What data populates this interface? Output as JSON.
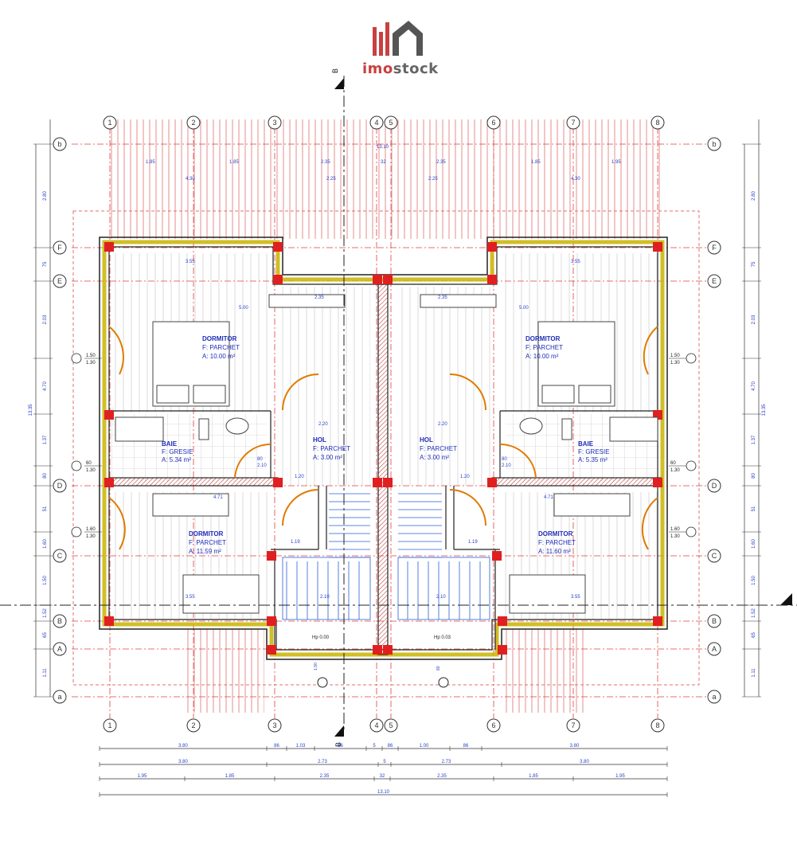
{
  "brand": {
    "name_prefix": "imo",
    "name_suffix": "stock",
    "color_primary": "#c94040",
    "color_secondary": "#666666"
  },
  "section_marker": "B",
  "grid_cols": [
    "1",
    "2",
    "3",
    "4",
    "5",
    "6",
    "7",
    "8"
  ],
  "grid_rows": [
    "b",
    "F",
    "E",
    "D",
    "C",
    "B",
    "A",
    "a"
  ],
  "rooms": [
    {
      "id": "dormitor-top-left",
      "name": "DORMITOR",
      "floor": "F: PARCHET",
      "area": "A: 10.00 m²"
    },
    {
      "id": "dormitor-top-right",
      "name": "DORMITOR",
      "floor": "F: PARCHET",
      "area": "A: 10.00 m²"
    },
    {
      "id": "baie-left",
      "name": "BAIE",
      "floor": "F: GRESIE",
      "area": "A: 5.34 m²"
    },
    {
      "id": "baie-right",
      "name": "BAIE",
      "floor": "F: GRESIE",
      "area": "A: 5.35 m²"
    },
    {
      "id": "hol-left",
      "name": "HOL",
      "floor": "F: PARCHET",
      "area": "A: 3.00 m²"
    },
    {
      "id": "hol-right",
      "name": "HOL",
      "floor": "F: PARCHET",
      "area": "A: 3.00 m²"
    },
    {
      "id": "dormitor-bottom-left",
      "name": "DORMITOR",
      "floor": "F: PARCHET",
      "area": "A: 11.59 m²"
    },
    {
      "id": "dormitor-bottom-right",
      "name": "DORMITOR",
      "floor": "F: PARCHET",
      "area": "A: 11.60 m²"
    }
  ],
  "window_tags": {
    "upper": [
      "1.50",
      "1.30"
    ],
    "baie": [
      "60",
      "1.30"
    ],
    "lower": [
      "1.60",
      "1.30"
    ]
  },
  "labels": {
    "width_top_rooms": "3.55",
    "width_inner": "5.00",
    "corridor": "2.35",
    "hol_width": "2.20",
    "door_w": "80",
    "door_h": "2.10",
    "stair_w": "1.20",
    "landing": "1.19",
    "stair_run": "2.10",
    "bed_width": "3.55",
    "corner": "4.71",
    "hp_left": "Hp 0.00",
    "hp_right": "Hp 0.03",
    "top_span": "13.10",
    "top_1": "1.95",
    "top_2": "1.85",
    "top_mid": "32",
    "top_left_group": "4.30",
    "top_center": "2.25"
  },
  "dims_bottom": [
    [
      "3.80",
      "86",
      "1.03",
      "86",
      "5",
      "86",
      "1.00",
      "86",
      "3.80"
    ],
    [
      "3.80",
      "2.73",
      "5",
      "2.73",
      "3.80"
    ],
    [
      "1.95",
      "1.85",
      "2.35",
      "32",
      "2.35",
      "1.85",
      "1.95"
    ],
    [
      "13.10"
    ]
  ],
  "dims_left": [
    "2.80",
    "75",
    "2.03",
    "4.70",
    "1.37",
    "80",
    "51",
    "1.60",
    "1.50",
    "1.52",
    "65",
    "1.11"
  ],
  "dims_right": [
    "2.80",
    "75",
    "2.03",
    "4.70",
    "1.37",
    "80",
    "51",
    "1.60",
    "1.50",
    "1.52",
    "65",
    "1.11"
  ],
  "dims_total": "13.35",
  "bottom_small": [
    "1.90",
    "80"
  ]
}
